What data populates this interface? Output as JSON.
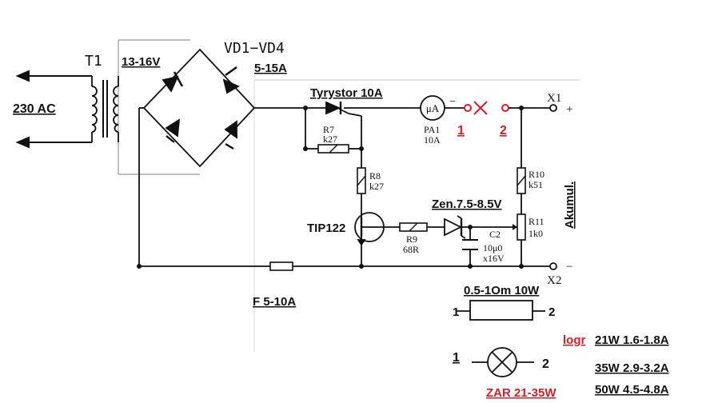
{
  "labels": {
    "t1": "T1",
    "transformer_voltage": "13-16V",
    "mains": "230 AC",
    "bridge": "VD1−VD4",
    "bridge_current": "5-15A",
    "thyristor": "Tyrystor 10A",
    "ammeter_symbol": "μA",
    "minus_sign": "−",
    "pa1_name": "PA1",
    "pa1_value": "10A",
    "point1": "1",
    "point2": "2",
    "x1": "X1",
    "plus": "+",
    "r7_name": "R7",
    "r7_value": "k27",
    "r8_name": "R8",
    "r8_value": "k27",
    "r10_name": "R10",
    "r10_value": "k51",
    "r11_name": "R11",
    "r11_value": "1k0",
    "akumul": "Akumul.",
    "zener": "Zen.7.5-8.5V",
    "tip122": "TIP122",
    "r9_name": "R9",
    "r9_value": "68R",
    "c2_name": "C2",
    "c2_value": "10μ0",
    "c2_voltage": "x16V",
    "x2": "X2",
    "minus": "−",
    "fuse": "F  5-10A",
    "resistor_rating": "0.5-1Om 10W",
    "res_left": "1",
    "res_right": "2",
    "lamp_left": "1",
    "lamp_right": "2",
    "logr_label": "logr",
    "lamp_21w": "21W 1.6-1.8A",
    "lamp_35w": "35W 2.9-3.2A",
    "lamp_50w": "50W 4.5-4.8A",
    "zar": "ZAR 21-35W"
  },
  "colors": {
    "ink": "#111111",
    "accent_red": "#d0202a",
    "frame_gray": "#9a9a9a"
  }
}
